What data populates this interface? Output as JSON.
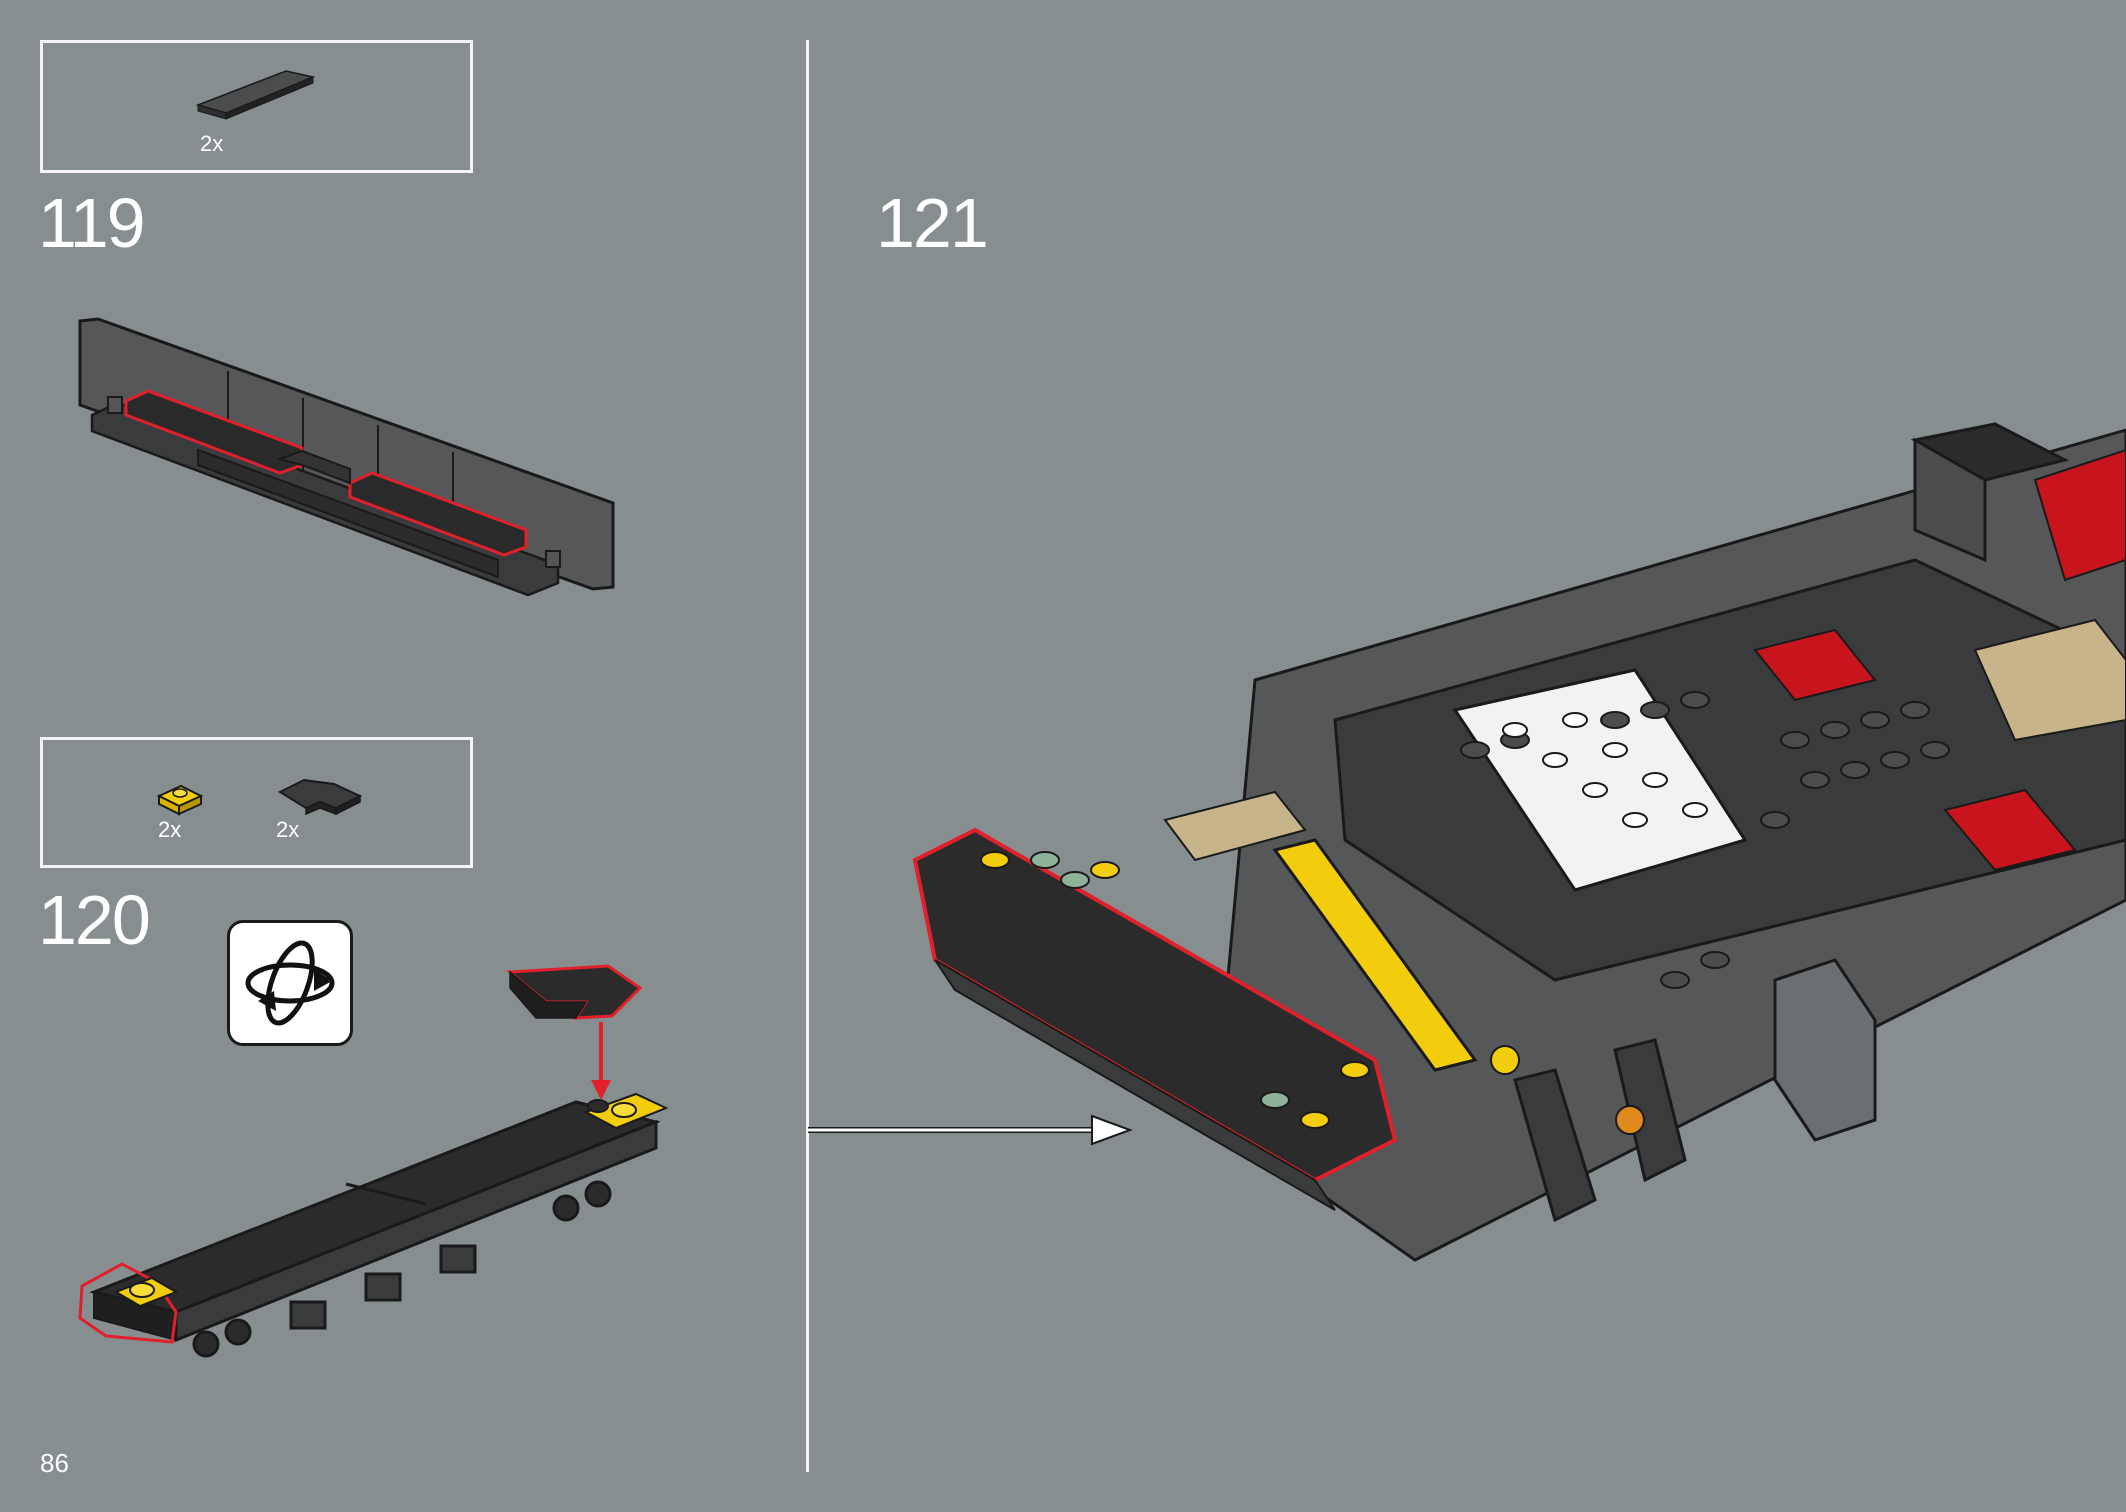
{
  "page": {
    "number": "86"
  },
  "steps": [
    {
      "number": "119",
      "parts": [
        {
          "quantity": "2x",
          "part": "dark-gray-tile-1x6"
        }
      ]
    },
    {
      "number": "120",
      "parts": [
        {
          "quantity": "2x",
          "part": "yellow-plate-1x1"
        },
        {
          "quantity": "2x",
          "part": "black-wedge-plate"
        }
      ],
      "note_icon": "rotate-model-icon"
    },
    {
      "number": "121",
      "parts": []
    }
  ],
  "colors": {
    "background": "#878e90",
    "highlight": "#e0202a",
    "black": "#2b2b2b",
    "dark_gray": "#4d4f51",
    "yellow": "#f2cd0e",
    "tan": "#c7b48a",
    "red": "#c8141c",
    "sand_green": "#8fb39a",
    "white": "#f2f2f2"
  }
}
